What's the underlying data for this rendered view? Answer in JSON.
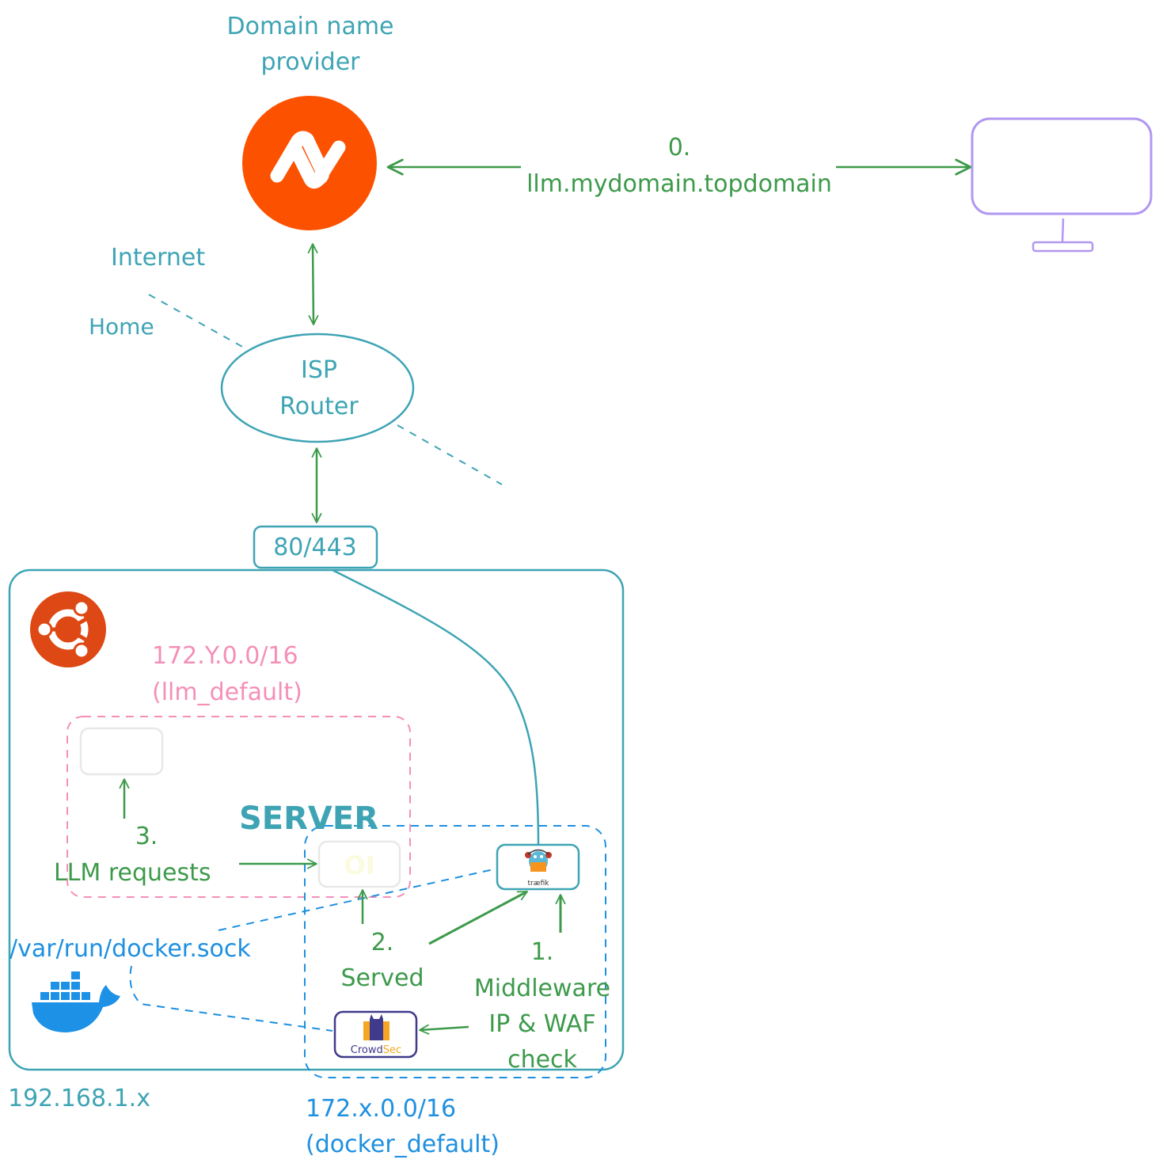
{
  "colors": {
    "teal": "#3ea4b4",
    "green": "#3d9a4b",
    "pink": "#f48fb8",
    "blue": "#1e90e0",
    "purple": "#b197f0",
    "namecheap_orange": "#fc5200",
    "ubuntu_orange": "#dd4814",
    "docker_blue": "#1d91e6",
    "crowdsec_purple": "#3f3a8c",
    "crowdsec_orange": "#f5a623",
    "light_gray": "#e8e8e8"
  },
  "labels": {
    "domain_provider_line1": "Domain name",
    "domain_provider_line2": "provider",
    "step0_number": "0.",
    "step0_domain": "llm.mydomain.topdomain",
    "internet": "Internet",
    "home": "Home",
    "isp_router_line1": "ISP",
    "isp_router_line2": "Router",
    "ports": "80/443",
    "llm_network_line1": "172.Y.0.0/16",
    "llm_network_line2": "(llm_default)",
    "server": "SERVER",
    "step3_number": "3.",
    "step3_text": "LLM requests",
    "openwebui_logo": "OI",
    "docker_sock": "/var/run/docker.sock",
    "step2_number": "2.",
    "step2_text": "Served",
    "step1_number": "1.",
    "step1_line1": "Middleware",
    "step1_line2": "IP & WAF",
    "step1_line3": "check",
    "traefik_label": "træfik",
    "crowdsec_label_a": "Crowd",
    "crowdsec_label_b": "Sec",
    "lan_ip": "192.168.1.x",
    "docker_network_line1": "172.x.0.0/16",
    "docker_network_line2": "(docker_default)"
  },
  "icons": {
    "domain_provider": "namecheap-logo-icon",
    "client": "monitor-icon",
    "os": "ubuntu-logo-icon",
    "container_runtime": "docker-whale-icon",
    "reverse_proxy": "traefik-gopher-icon",
    "security": "crowdsec-logo-icon",
    "frontend": "open-webui-icon",
    "llm_backend": "blank-box-icon"
  }
}
